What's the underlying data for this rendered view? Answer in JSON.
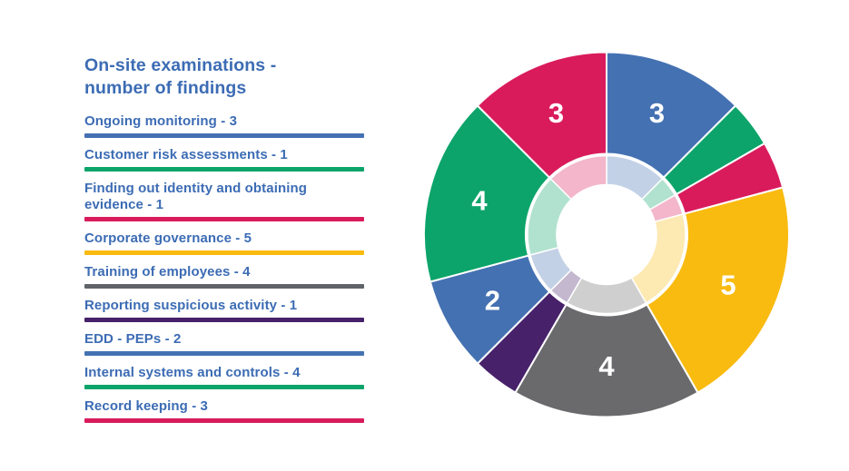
{
  "page": {
    "background": "#ffffff"
  },
  "legend_panel": {
    "title": "On-site examinations -\nnumber of findings",
    "title_color": "#3c6cb4",
    "items": [
      {
        "label": "Ongoing monitoring - 3",
        "color": "#4471B2"
      },
      {
        "label": "Customer risk assessments - 1",
        "color": "#0CA46A"
      },
      {
        "label": "Finding out identity and obtaining evidence - 1",
        "color": "#D91B5C"
      },
      {
        "label": "Corporate governance - 5",
        "color": "#F9BB10"
      },
      {
        "label": "Training of employees - 4",
        "color": "#606367"
      },
      {
        "label": "Reporting suspicious activity - 1",
        "color": "#47216A"
      },
      {
        "label": "EDD - PEPs - 2",
        "color": "#4471B2"
      },
      {
        "label": "Internal systems and controls - 4",
        "color": "#0CA46A"
      },
      {
        "label": "Record keeping - 3",
        "color": "#D91B5C"
      }
    ]
  },
  "chart_data": {
    "type": "pie",
    "subtype": "donut",
    "title": "On-site examinations - number of findings",
    "categories": [
      "Ongoing monitoring",
      "Customer risk assessments",
      "Finding out identity and obtaining evidence",
      "Corporate governance",
      "Training of employees",
      "Reporting suspicious activity",
      "EDD - PEPs",
      "Internal systems and controls",
      "Record keeping"
    ],
    "values": [
      3,
      1,
      1,
      5,
      4,
      1,
      2,
      4,
      3
    ],
    "colors": [
      "#4471B2",
      "#0CA46A",
      "#D91B5C",
      "#F9BB10",
      "#6A6A6C",
      "#47216A",
      "#4471B2",
      "#0CA46A",
      "#D91B5C"
    ],
    "total": 24,
    "start_angle_deg": 0,
    "direction": "clockwise",
    "slice_labels": [
      "3",
      "",
      "",
      "5",
      "4",
      "",
      "2",
      "4",
      "3"
    ],
    "label_min_value": 2,
    "label_color": "#ffffff",
    "inner_ring": true,
    "inner_ring_opacity": 0.32,
    "legend_position": "left",
    "grid": false
  }
}
